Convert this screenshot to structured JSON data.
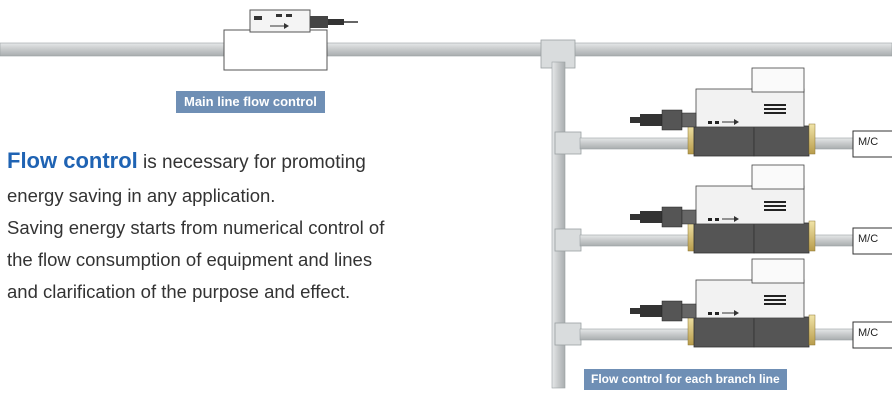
{
  "main_badge": "Main line flow control",
  "branch_badge": "Flow control for each branch line",
  "description": {
    "highlight": "Flow control",
    "line1_rest": " is necessary for promoting",
    "line2": "energy saving in any application.",
    "line3": "Saving energy starts from numerical control of",
    "line4": "the flow consumption of equipment and lines",
    "line5": "and clarification of the purpose and effect."
  },
  "branches": [
    {
      "label": "M/C"
    },
    {
      "label": "M/C"
    },
    {
      "label": "M/C"
    }
  ],
  "colors": {
    "accent": "#1f63b3",
    "badge": "#6f8fb5",
    "pipe": "#c8cbcc",
    "sensor_body": "#555555",
    "module_top": "#f2f2f2",
    "fitting": "#d9c680"
  }
}
